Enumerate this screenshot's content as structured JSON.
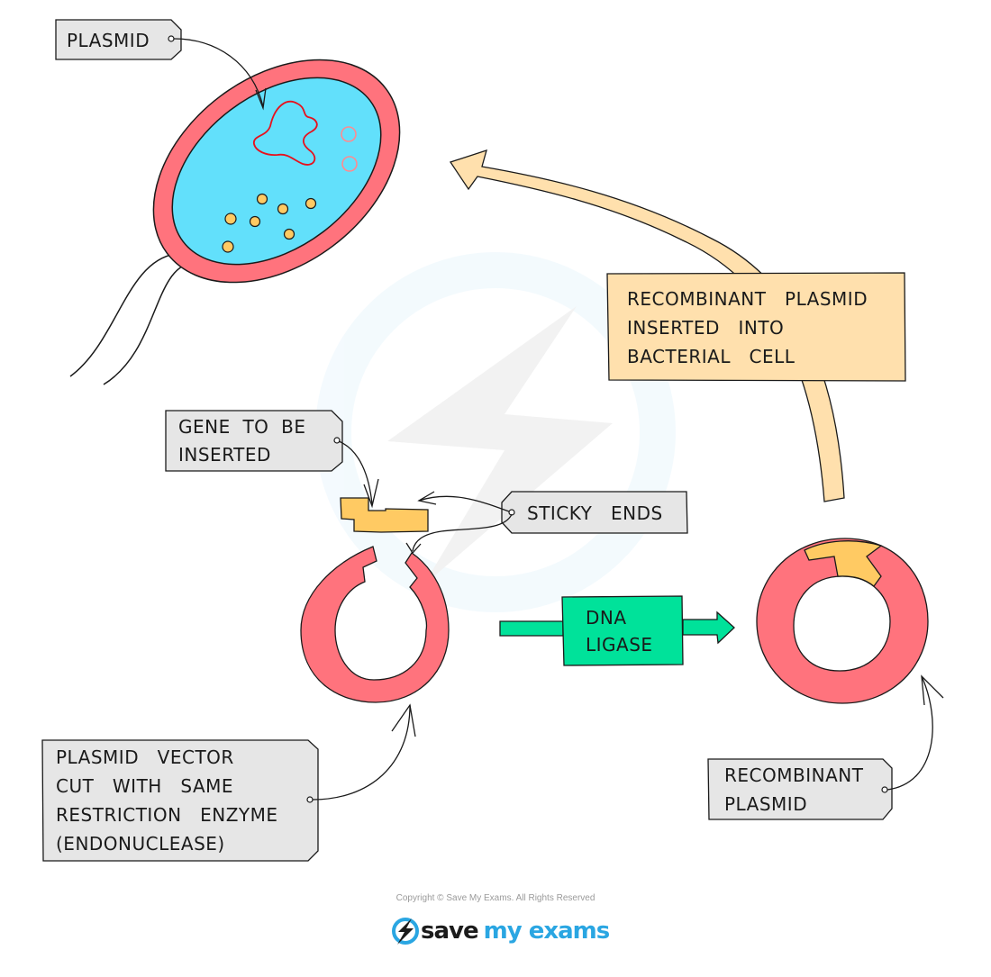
{
  "title": "Genetic engineering: inserting a gene into a bacterial plasmid",
  "colors": {
    "cell_wall": "#ff737d",
    "cytoplasm": "#62e0fb",
    "plasmid_outline": "#e8101c",
    "small_plasmid": "#ff8a8f",
    "ribosome": "#ffca63",
    "label_box": "#e6e6e6",
    "orange_arrow": "#ffe0ad",
    "green_arrow": "#00e29a",
    "plasmid_ring": "#ff737d",
    "gene": "#ffca63",
    "watermark": "#2aa6e2"
  },
  "labels": {
    "plasmid": "PLASMID",
    "gene_to_be_inserted": [
      "GENE  TO  BE",
      "INSERTED"
    ],
    "sticky_ends": "STICKY   ENDS",
    "plasmid_vector": [
      "PLASMID   VECTOR",
      "CUT   WITH   SAME",
      "RESTRICTION   ENZYME",
      "(ENDONUCLEASE)"
    ],
    "dna_ligase": [
      "DNA",
      "LIGASE"
    ],
    "recombinant_plasmid": [
      "RECOMBINANT",
      "PLASMID"
    ],
    "inserted_into_cell": [
      "RECOMBINANT   PLASMID",
      "INSERTED   INTO",
      "BACTERIAL   CELL"
    ]
  },
  "footer": {
    "copyright": "Copyright © Save My Exams. All Rights Reserved",
    "logo_save": "save",
    "logo_rest": "my exams"
  }
}
